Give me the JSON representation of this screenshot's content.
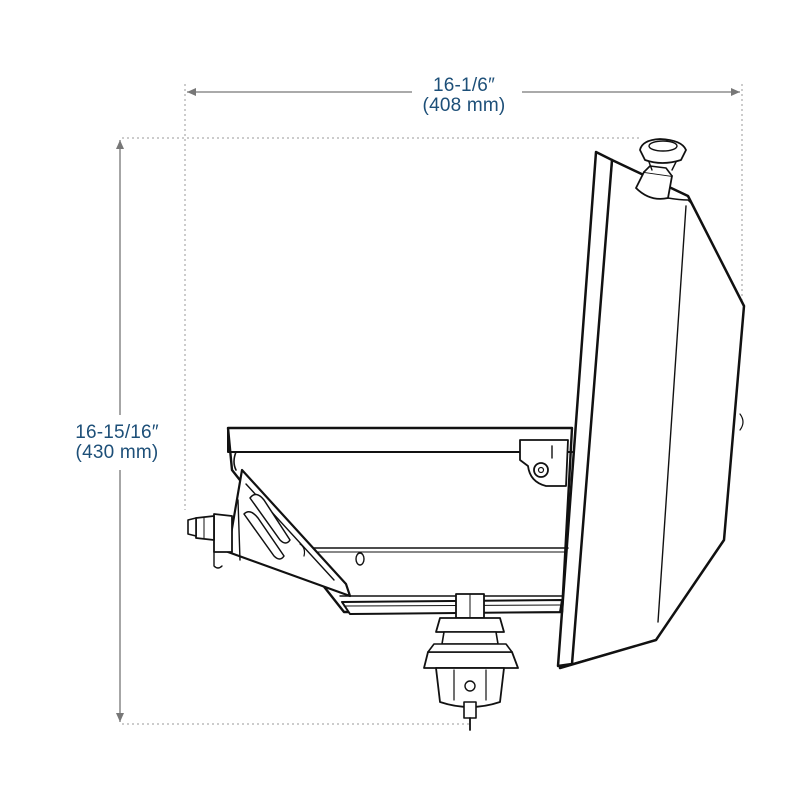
{
  "dimensions": {
    "width": {
      "imperial": "16-1/6″",
      "metric": "(408 mm)"
    },
    "height": {
      "imperial": "16-15/16″",
      "metric": "(430 mm)"
    }
  },
  "colors": {
    "dimension_text": "#1d4f78",
    "dimension_line": "#777777",
    "guide_line": "#9a9a9a",
    "outline": "#111111"
  }
}
